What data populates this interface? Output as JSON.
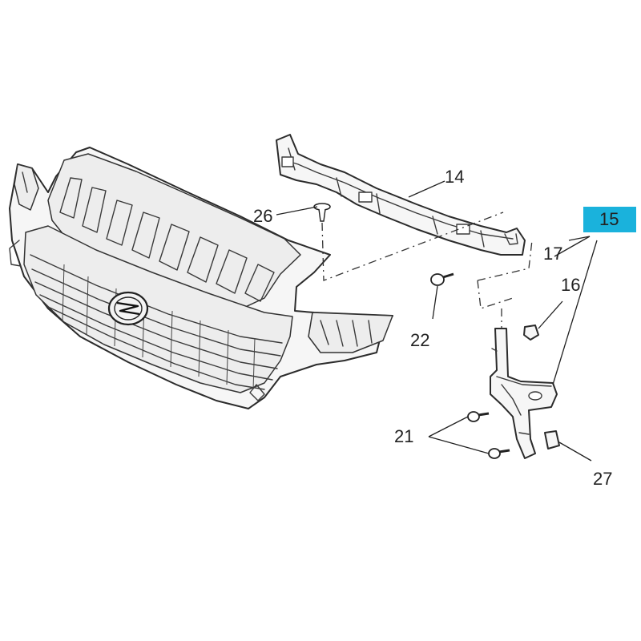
{
  "diagram": {
    "callouts": [
      {
        "id": "14",
        "label": "14"
      },
      {
        "id": "15",
        "label": "15",
        "highlight": "#1ab2dc"
      },
      {
        "id": "16",
        "label": "16"
      },
      {
        "id": "17",
        "label": "17"
      },
      {
        "id": "21",
        "label": "21"
      },
      {
        "id": "22",
        "label": "22"
      },
      {
        "id": "26",
        "label": "26"
      },
      {
        "id": "27",
        "label": "27"
      }
    ],
    "parts": [
      {
        "name": "front-grille",
        "icon": "grille-icon"
      },
      {
        "name": "brand-emblem",
        "icon": "lightning-emblem-icon"
      },
      {
        "name": "upper-support-bracket",
        "icon": "bracket-icon"
      },
      {
        "name": "side-mounting-bracket",
        "icon": "bracket-icon"
      },
      {
        "name": "clip",
        "icon": "clip-icon"
      },
      {
        "name": "push-rivet",
        "icon": "rivet-icon"
      },
      {
        "name": "screws",
        "icon": "screw-icon"
      },
      {
        "name": "nut",
        "icon": "nut-icon"
      }
    ]
  }
}
